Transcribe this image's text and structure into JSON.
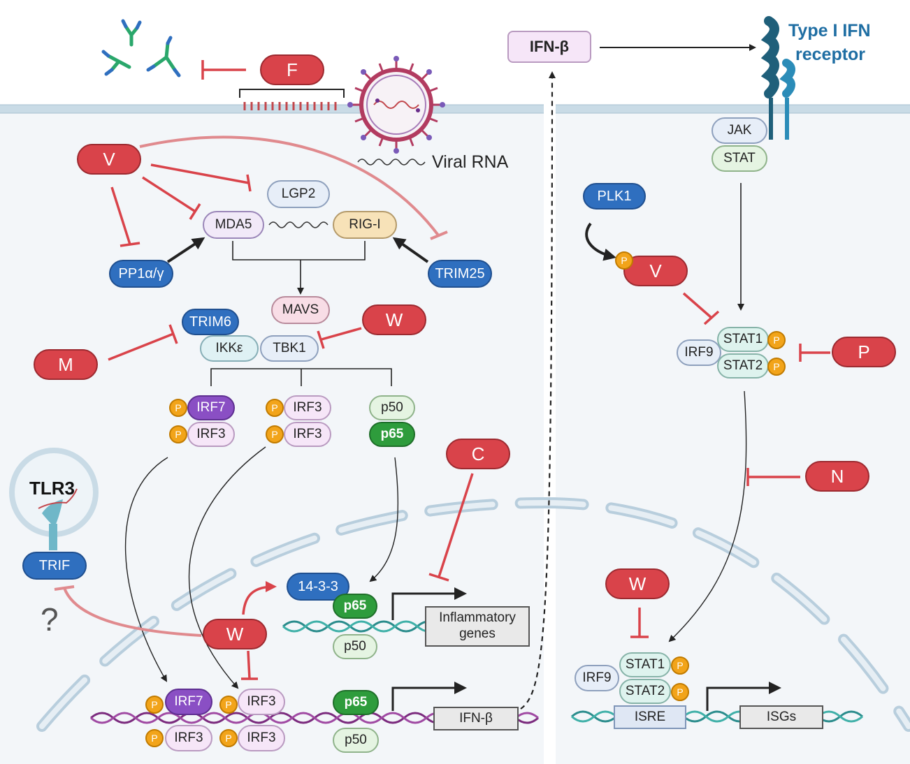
{
  "extracellular": {
    "f_protein": "F",
    "ifn_beta": "IFN-β",
    "receptor_label": [
      "Type I IFN",
      "receptor"
    ]
  },
  "cytoplasm_left": {
    "viral_rna": "Viral RNA",
    "v": "V",
    "lgp2": "LGP2",
    "mda5": "MDA5",
    "rig_i": "RIG-I",
    "pp1": "PP1α/γ",
    "trim25": "TRIM25",
    "mavs": "MAVS",
    "trim6": "TRIM6",
    "ikke": "IKKε",
    "tbk1": "TBK1",
    "w": "W",
    "m": "M",
    "irf7": "IRF7",
    "irf3": "IRF3",
    "p50": "p50",
    "p65": "p65",
    "c": "C",
    "tlr3": "TLR3",
    "trif": "TRIF",
    "question": "?",
    "phospho": "P"
  },
  "nucleus_left": {
    "w": "W",
    "prot_1433": "14-3-3",
    "p65": "p65",
    "p50": "p50",
    "inflammatory_genes": [
      "Inflammatory",
      "genes"
    ],
    "irf7": "IRF7",
    "irf3": "IRF3",
    "ifn_beta_gene": "IFN-β"
  },
  "cytoplasm_right": {
    "jak": "JAK",
    "stat": "STAT",
    "plk1": "PLK1",
    "v": "V",
    "irf9": "IRF9",
    "stat1": "STAT1",
    "stat2": "STAT2",
    "p_protein": "P",
    "n_protein": "N"
  },
  "nucleus_right": {
    "w": "W",
    "irf9": "IRF9",
    "stat1": "STAT1",
    "stat2": "STAT2",
    "isre": "ISRE",
    "isgs": "ISGs"
  },
  "colors": {
    "inhibit": "#d9434a",
    "viral_protein": "#d9434a",
    "host_blue": "#2f6fbf",
    "membrane": "#c9dbe6",
    "receptor_text": "#1f6ea3"
  }
}
